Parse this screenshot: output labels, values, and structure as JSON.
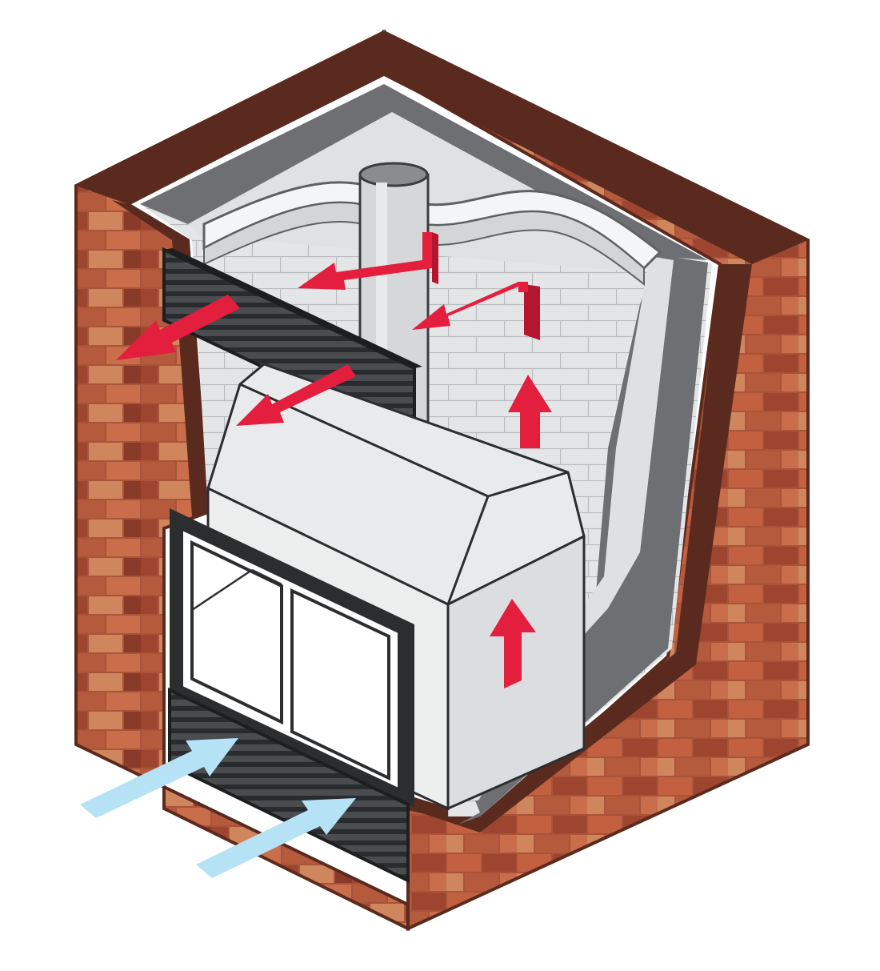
{
  "diagram": {
    "subject": "fireplace-convection-cutaway",
    "labels": [],
    "colors": {
      "brick_outline": "#5b2a1f",
      "brick_mortar": "#a8533a",
      "brick_shades": [
        "#b55a3c",
        "#c96d4b",
        "#9e4530",
        "#d0865d",
        "#8a3a29",
        "#c2603f"
      ],
      "masonry_block": "#e2e3e5",
      "insulation": "#6d6f72",
      "unit_body": "#e9eaec",
      "grille": "#3b3d40",
      "glass_frame": "#2c2d2f",
      "hot_air": "#e31f3d",
      "hot_air_dark": "#b3162e",
      "cool_air": "#b5e3f5"
    },
    "air_flows": [
      {
        "kind": "warm-air",
        "direction": "out-left",
        "count": 3
      },
      {
        "kind": "warm-air",
        "direction": "up",
        "count": 2
      },
      {
        "kind": "cool-air",
        "direction": "in",
        "count": 2
      }
    ]
  }
}
